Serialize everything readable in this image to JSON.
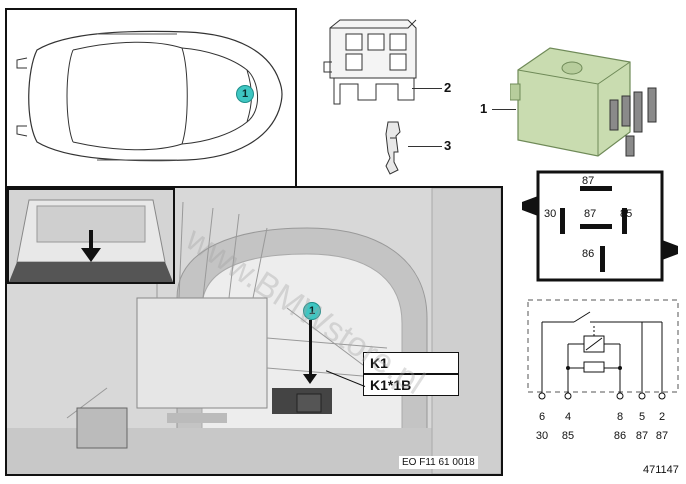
{
  "callout": {
    "car": "1",
    "photo": "1"
  },
  "parts": {
    "relay": "1",
    "socket": "2",
    "terminal": "3"
  },
  "photo": {
    "label_k1": "K1",
    "label_k1b": "K1*1B",
    "caption": "EO F11 61 0018"
  },
  "relay_pins": {
    "top": "87",
    "left": "30",
    "center": "87",
    "right": "85",
    "bottom": "86"
  },
  "schematic": {
    "pins": [
      {
        "a": "6",
        "b": "30"
      },
      {
        "a": "4",
        "b": "85"
      },
      {
        "a": "8",
        "b": "86"
      },
      {
        "a": "5",
        "b": "87"
      },
      {
        "a": "2",
        "b": "87"
      }
    ]
  },
  "doc_number": "471147",
  "watermark": "www.BMWstore.pl",
  "colors": {
    "callout": "#3ec6c2",
    "relay_body": "#c9dcb0"
  }
}
